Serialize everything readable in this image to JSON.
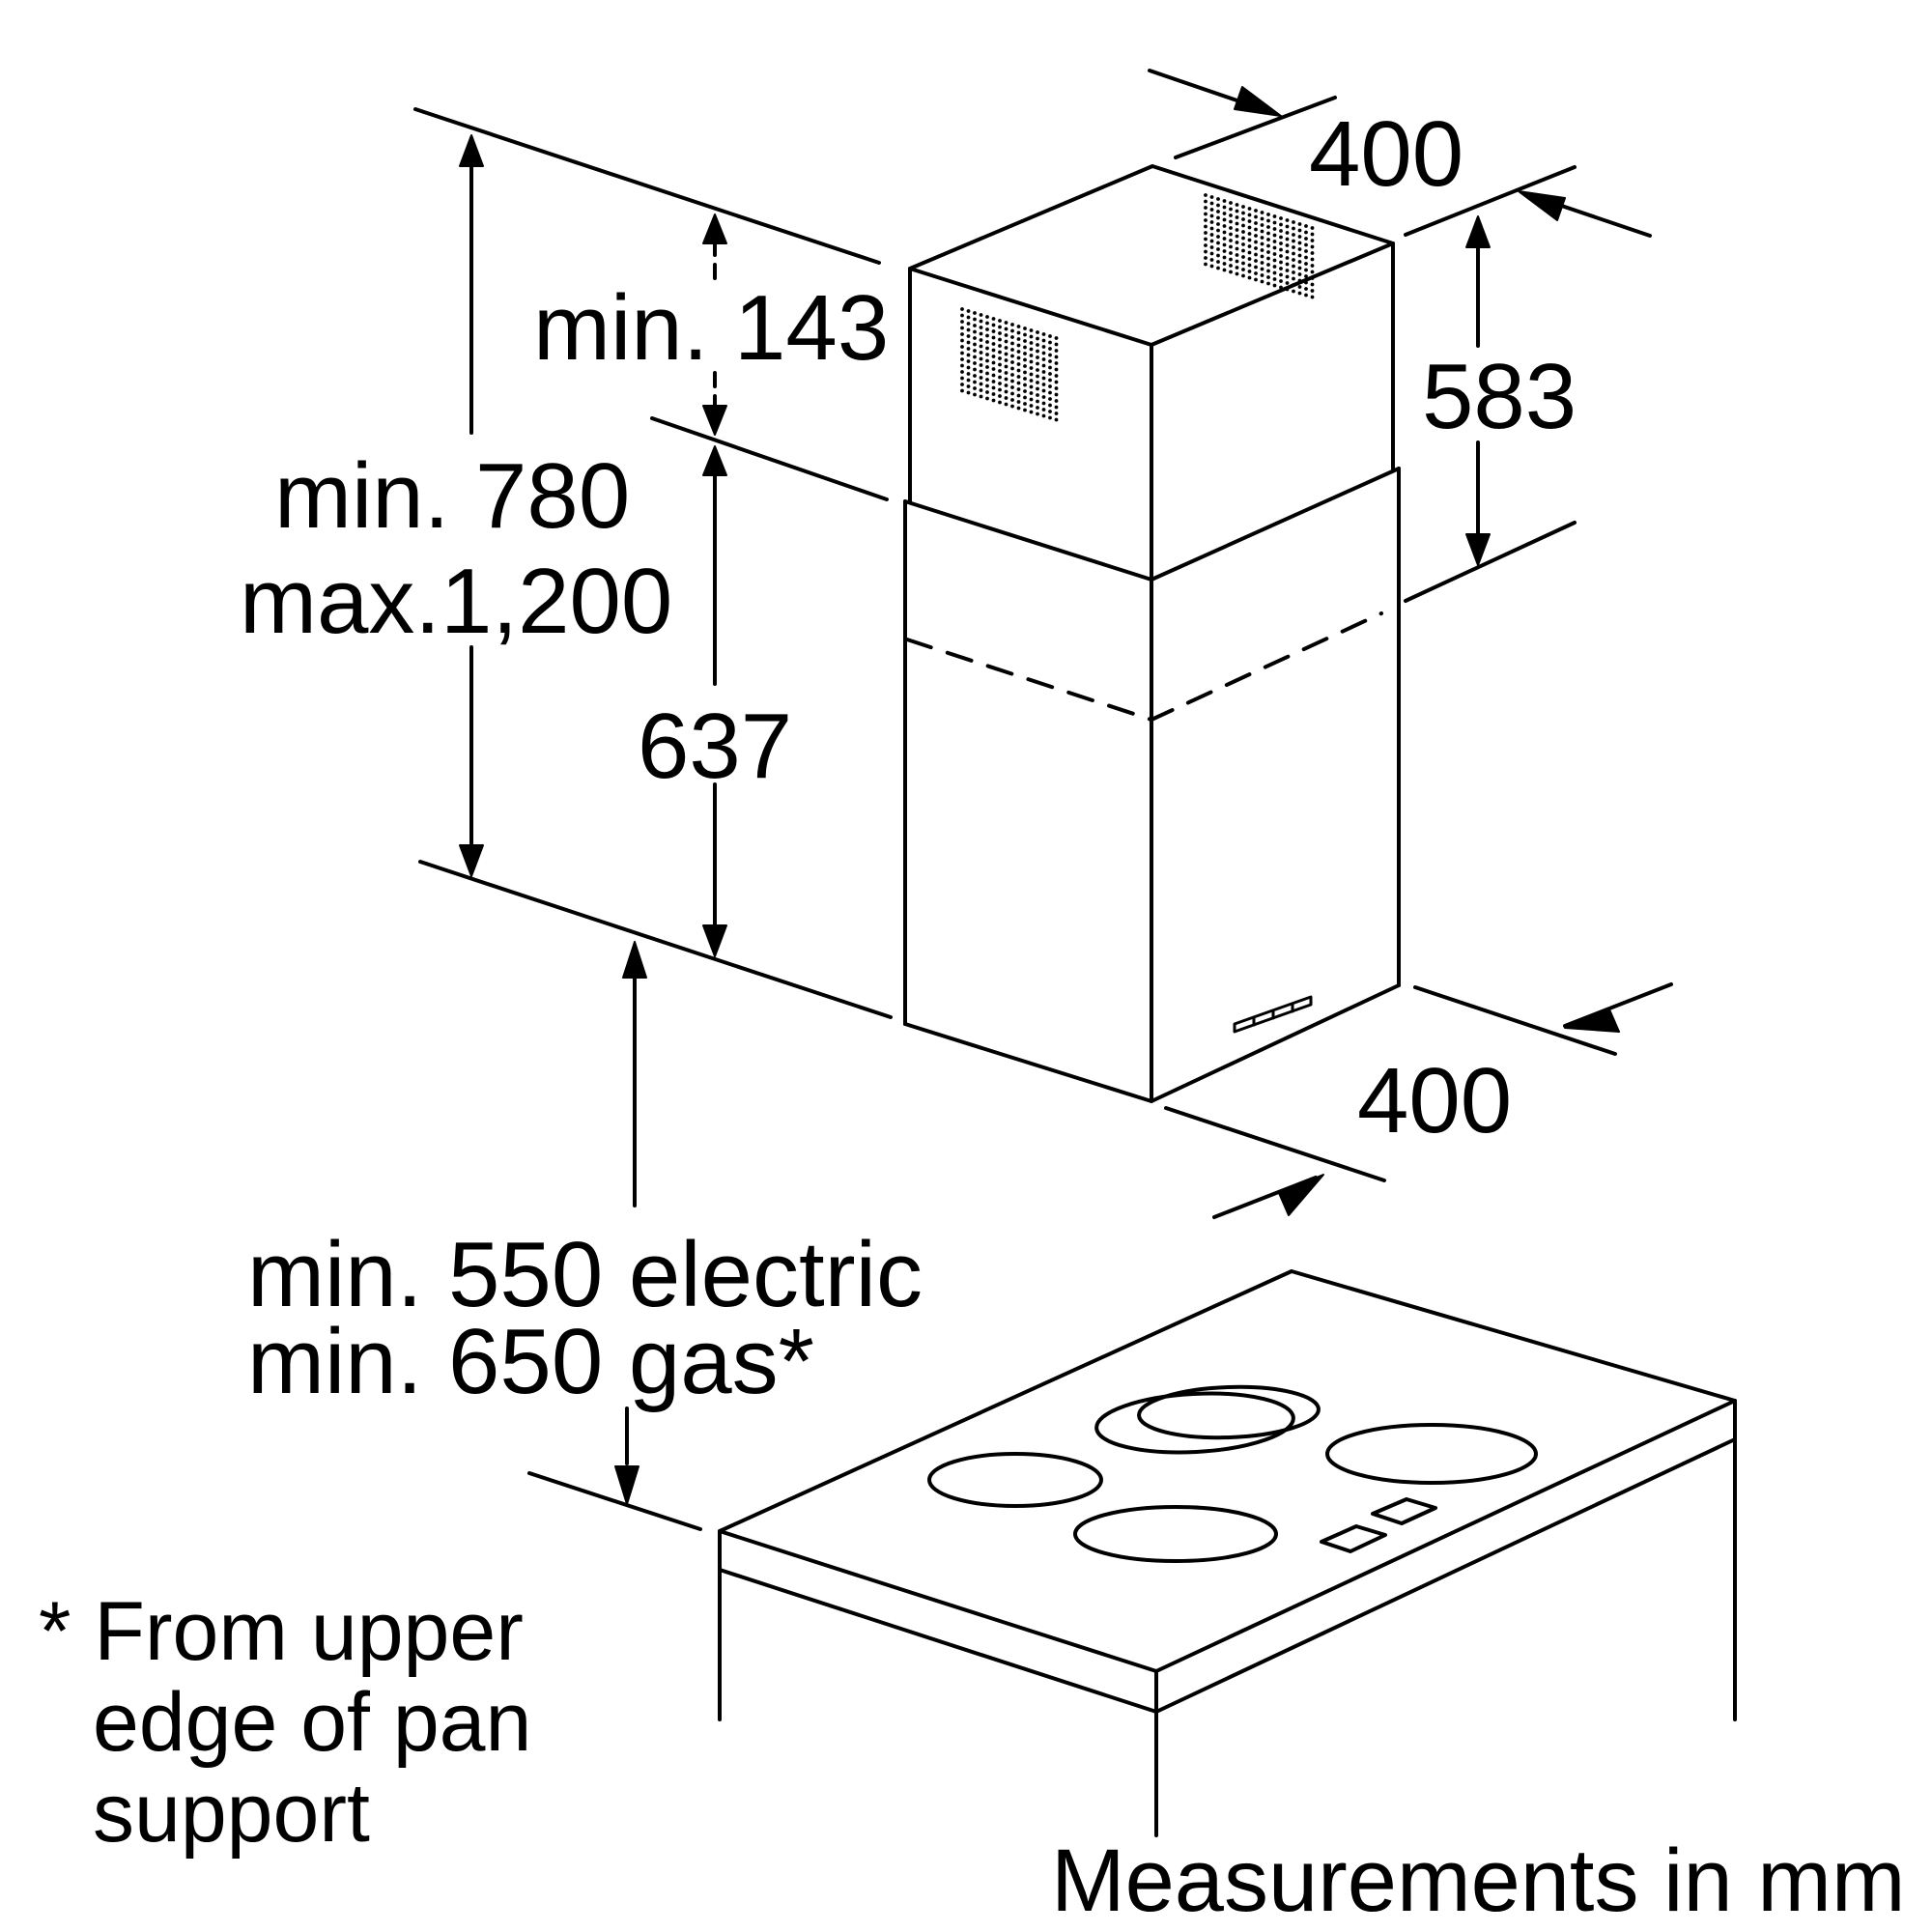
{
  "labels": {
    "width_top": "400",
    "min_gap_top": "min. 143",
    "height_upper_chimney": "583",
    "height_total_min": "min. 780",
    "height_total_max": "max.1,200",
    "height_lower_chimney": "637",
    "depth_bottom": "400",
    "clearance_electric": "min. 550 electric",
    "clearance_gas": "min. 650 gas*",
    "footnote_line1": "* From upper",
    "footnote_line2": "edge of pan",
    "footnote_line3": "support",
    "units": "Measurements in mm"
  },
  "colors": {
    "ink": "#000000",
    "background": "#ffffff"
  }
}
